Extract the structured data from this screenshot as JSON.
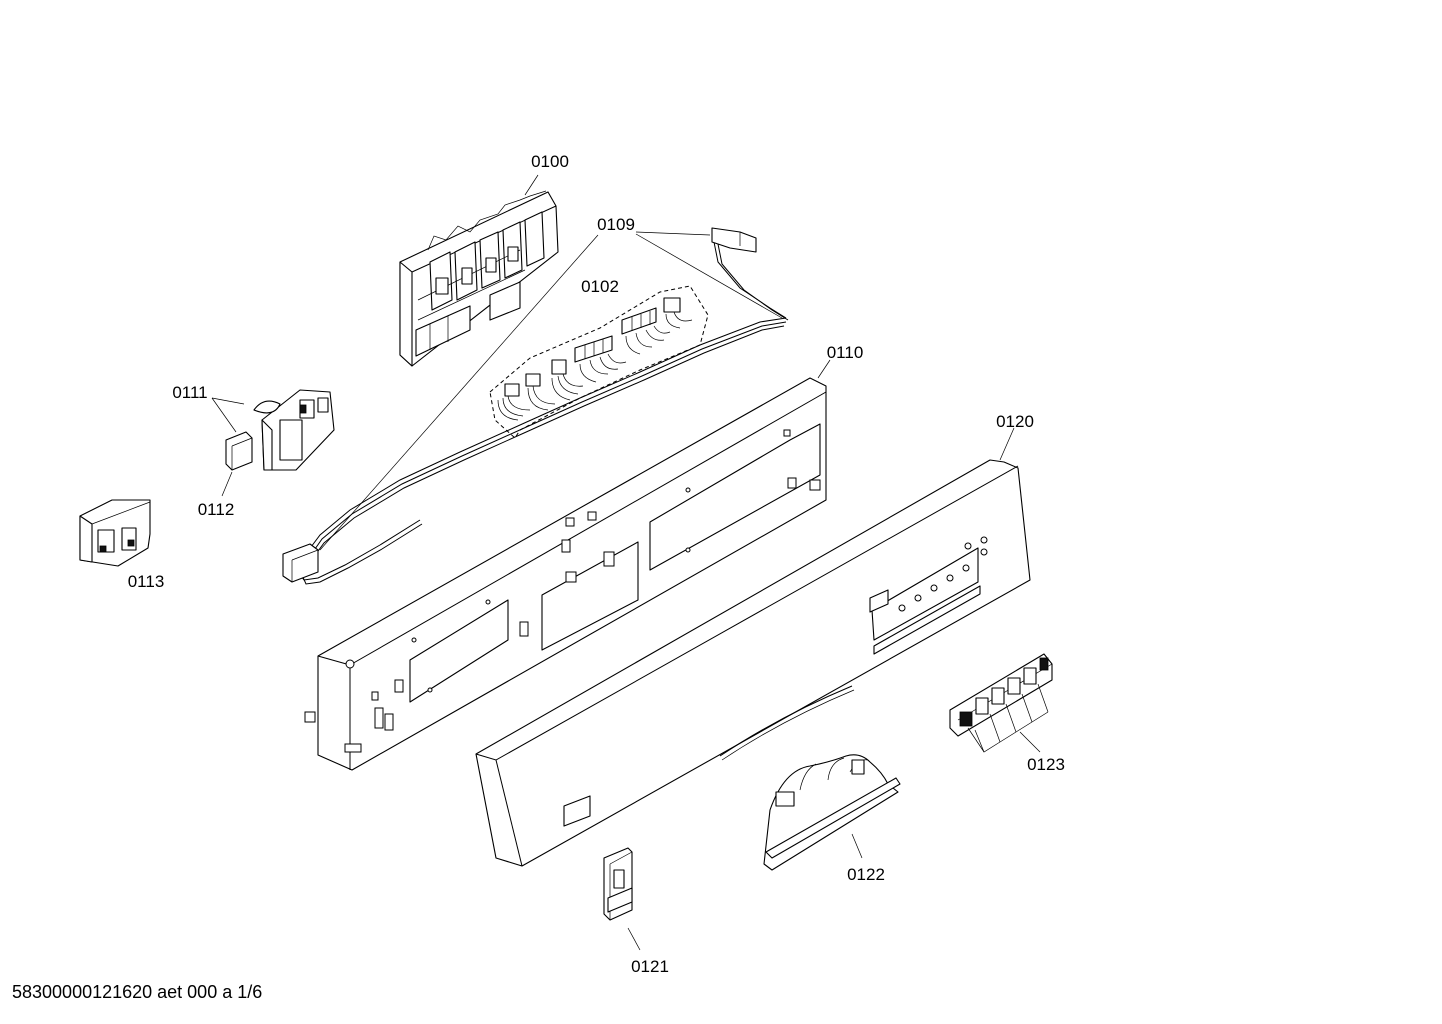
{
  "diagram": {
    "labels": {
      "p0100": "0100",
      "p0109": "0109",
      "p0102": "0102",
      "p0110": "0110",
      "p0111": "0111",
      "p0112": "0112",
      "p0113": "0113",
      "p0120": "0120",
      "p0121": "0121",
      "p0122": "0122",
      "p0123": "0123"
    },
    "footer": "58300000121620 aet 000 a 1/6"
  }
}
